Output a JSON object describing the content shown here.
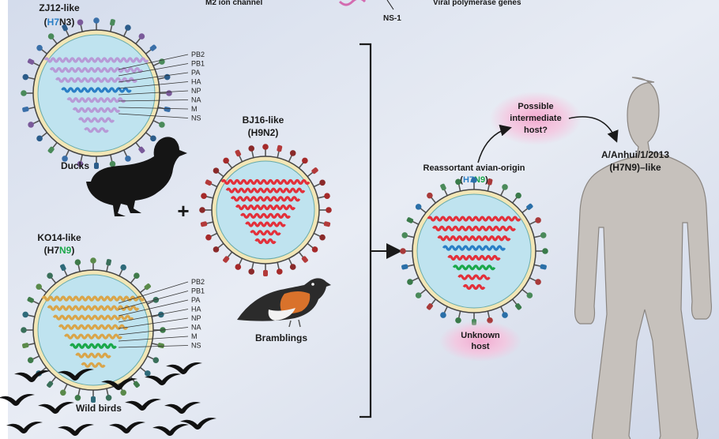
{
  "top_labels": {
    "m2": "M2 ion channel",
    "ns1": "NS-1",
    "viral": "Viral polymerase genes"
  },
  "virus_zj12": {
    "title": "ZJ12-like",
    "subtype_open": "(",
    "subtype_h": "H7",
    "subtype_n": "N3",
    "subtype_close": ")",
    "h_color": "#2a7fc6",
    "n_color": "#1a1a1a",
    "host": "Ducks",
    "segments": [
      "PB2",
      "PB1",
      "PA",
      "HA",
      "NP",
      "NA",
      "M",
      "NS"
    ],
    "rna_colors": [
      "#b79ad6",
      "#b79ad6",
      "#b79ad6",
      "#2a7fc6",
      "#b79ad6",
      "#b79ad6",
      "#b79ad6",
      "#b79ad6"
    ],
    "spike_color": "#7a5a9a"
  },
  "virus_ko14": {
    "title": "KO14-like",
    "subtype_open": "(",
    "subtype_h": "H7",
    "subtype_n": "N9",
    "subtype_close": ")",
    "h_color": "#1a1a1a",
    "n_color": "#1aa84a",
    "host": "Wild birds",
    "segments": [
      "PB2",
      "PB1",
      "PA",
      "HA",
      "NP",
      "NA",
      "M",
      "NS"
    ],
    "rna_colors": [
      "#d9a54a",
      "#d9a54a",
      "#d9a54a",
      "#d9a54a",
      "#d9a54a",
      "#1aa84a",
      "#d9a54a",
      "#d9a54a"
    ],
    "spike_color": "#3f7a4a"
  },
  "virus_bj16": {
    "title": "BJ16-like",
    "subtype": "(H9N2)",
    "host": "Bramblings",
    "rna_colors": [
      "#e3303a",
      "#e3303a",
      "#e3303a",
      "#e3303a",
      "#e3303a",
      "#e3303a",
      "#e3303a",
      "#e3303a"
    ],
    "spike_color": "#a52a2a"
  },
  "virus_reassortant": {
    "title": "Reassortant avian-origin",
    "subtype_open": "(",
    "subtype_h": "H7",
    "subtype_n": "N9",
    "subtype_close": ")",
    "h_color": "#2a7fc6",
    "n_color": "#1aa84a",
    "host_line1": "Unknown",
    "host_line2": "host",
    "rna_colors": [
      "#e3303a",
      "#e3303a",
      "#e3303a",
      "#2a7fc6",
      "#e3303a",
      "#1aa84a",
      "#e3303a",
      "#e3303a"
    ]
  },
  "intermediate": {
    "line1": "Possible",
    "line2": "intermediate",
    "line3": "host?"
  },
  "human": {
    "line1": "A/Anhui/1/2013",
    "line2": "(H7N9)–like"
  },
  "plus": "+"
}
